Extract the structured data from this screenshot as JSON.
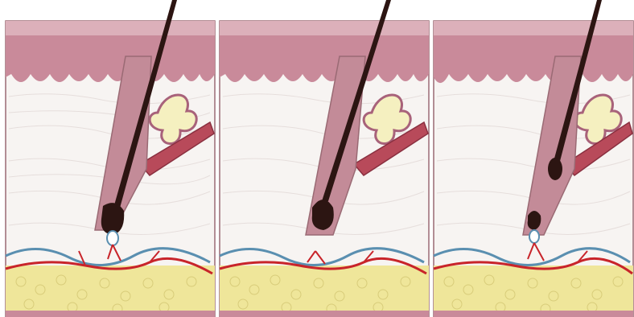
{
  "figure": {
    "panels": [
      {
        "stage": "growing-follicle-with-bulb-and-papilla"
      },
      {
        "stage": "regressing-follicle-detached-club"
      },
      {
        "stage": "resting-follicle-new-hair-germ"
      }
    ],
    "palette": {
      "epidermis": "#c98a9a",
      "epidermis_dark": "#a8627a",
      "dermis": "#f7f4f2",
      "follicle_sheath": "#c38b98",
      "hair_shaft": "#2c1512",
      "gland": "#e8e3a8",
      "muscle": "#b84a5a",
      "artery": "#c8242a",
      "vein": "#5a8fb0",
      "fat": "#efe69a",
      "frame": "#9a6a74"
    }
  }
}
